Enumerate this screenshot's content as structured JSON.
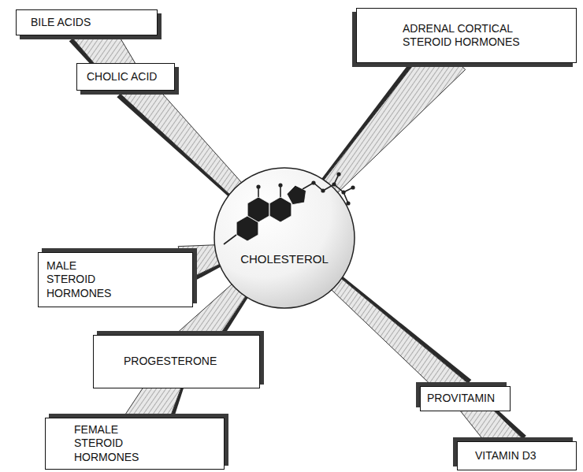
{
  "diagram": {
    "nodes": [
      {
        "text": [
          "BILE ACIDS"
        ]
      },
      {
        "text": [
          "CHOLIC ACID"
        ]
      },
      {
        "text": [
          "ADRENAL CORTICAL STEROID HORMONES"
        ]
      },
      {
        "text": [
          "CHOLESTEROL"
        ]
      },
      {
        "text": [
          "MALE STEROID HORMONES"
        ]
      },
      {
        "text": [
          "PROGESTERONE"
        ]
      },
      {
        "text": [
          "FEMALE STEROID HORMONES"
        ]
      },
      {
        "text": [
          "PROVITAMIN"
        ]
      },
      {
        "text": [
          "VITAMIN D3"
        ]
      }
    ],
    "edges": [
      {
        "from": 3,
        "to": 1,
        "arrow": "none"
      },
      {
        "from": 1,
        "to": 0,
        "arrow": "none"
      },
      {
        "from": 3,
        "to": 2,
        "arrow": "none"
      },
      {
        "from": 3,
        "to": 4,
        "arrow": "none"
      },
      {
        "from": 3,
        "to": 5,
        "arrow": "none"
      },
      {
        "from": 5,
        "to": 6,
        "arrow": "none"
      },
      {
        "from": 3,
        "to": 7,
        "arrow": "none"
      },
      {
        "from": 7,
        "to": 8,
        "arrow": "none"
      }
    ]
  }
}
